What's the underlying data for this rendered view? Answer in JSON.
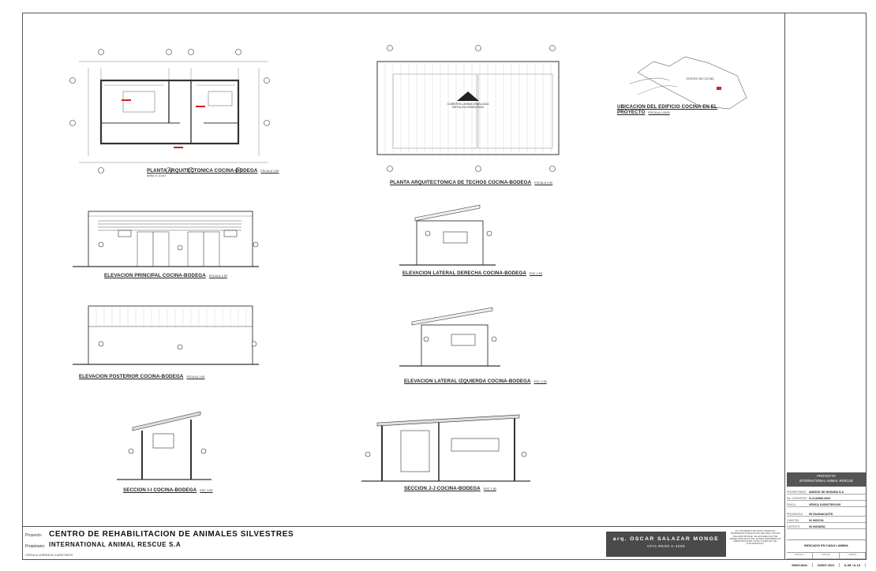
{
  "project": {
    "key_proyecto": "Proyecto:",
    "name": "CENTRO DE REHABILITACION DE ANIMALES SILVESTRES",
    "key_propietario": "Propietario:",
    "owner": "INTERNATIONAL ANIMAL RESCUE S.A",
    "cedula": "CEDULA JURIDICA 3-006775879"
  },
  "architect": {
    "name": "arq. OSCAR SALAZAR MONGE",
    "registry": "CFIA REG# A-4208"
  },
  "drawings": {
    "plan": {
      "title": "PLANTA ARQUITECTONICA COCINA-BODEGA",
      "scale": "ESCALA 1:50",
      "area": "AREA 37.20 m2"
    },
    "roof": {
      "title": "PLANTA ARQUITECTONICA DE TECHOS COCINA-BODEGA",
      "scale": "ESCALA 1:50",
      "note": "CUBIERTA LAMINA ONDULADA METALICA ESMALTADA"
    },
    "location": {
      "title": "UBICACION DEL EDIFICIO COCINA EN EL PROYECTO",
      "scale": "ESCALA 1:2000",
      "marker": "EDIFICIO DE COCINA"
    },
    "elev_front": {
      "title": "ELEVACION PRINCIPAL COCINA-BODEGA",
      "scale": "ESCALA 1:50"
    },
    "elev_right": {
      "title": "ELEVACION LATERAL DERECHA COCINA-BODEGA",
      "scale": "ESC 1:50"
    },
    "elev_back": {
      "title": "ELEVACION POSTERIOR COCINA-BODEGA",
      "scale": "ESCALA 1:50"
    },
    "elev_left": {
      "title": "ELEVACION LATERAL IZQUIERDA COCINA-BODEGA",
      "scale": "ESC 1:50"
    },
    "section_i": {
      "title": "SECCION I-I COCINA-BODEGA",
      "scale": "ESC 1:50"
    },
    "section_j": {
      "title": "SECCION J-J COCINA-BODEGA",
      "scale": "ESC 1:50"
    }
  },
  "title_block": {
    "project_header": "PROYECTO\nINTERNATIONAL ANIMAL RESCUE",
    "rows": [
      {
        "k": "PROPIETARIO",
        "v": "AMIGOS DE NOSARA S.A"
      },
      {
        "k": "No. CATASTRO",
        "v": "G-2142583-2020"
      },
      {
        "k": "FINCA",
        "v": "#FINCA 5-00027503-000"
      },
      {
        "k": "PROVINCIA",
        "v": "05 GUANACASTE"
      },
      {
        "k": "CANTON",
        "v": "02 NICOYA"
      },
      {
        "k": "DISTRITO",
        "v": "06 NOSARA"
      }
    ],
    "scale_text": "INDICADO EN CADA LAMINA",
    "foot_heads": [
      "ESCALA",
      "FECHA",
      "LAMINA"
    ],
    "foot_vals": [
      "INDICADA",
      "JUNIO 2021",
      "A-08 / A-13"
    ]
  },
  "legal_note": "EL CONTENIDO DE ESTA LAMINA ES PROPIEDAD INTELECTUAL DEL ARQ. OSCAR SALAZAR MONGE. SE ACOGERA LEY DE DERECHOS DE AUTOR. QUEDA PROHIBIDA SU REPRODUCCION TOTAL O PARCIAL SIN AUTORIZACION."
}
